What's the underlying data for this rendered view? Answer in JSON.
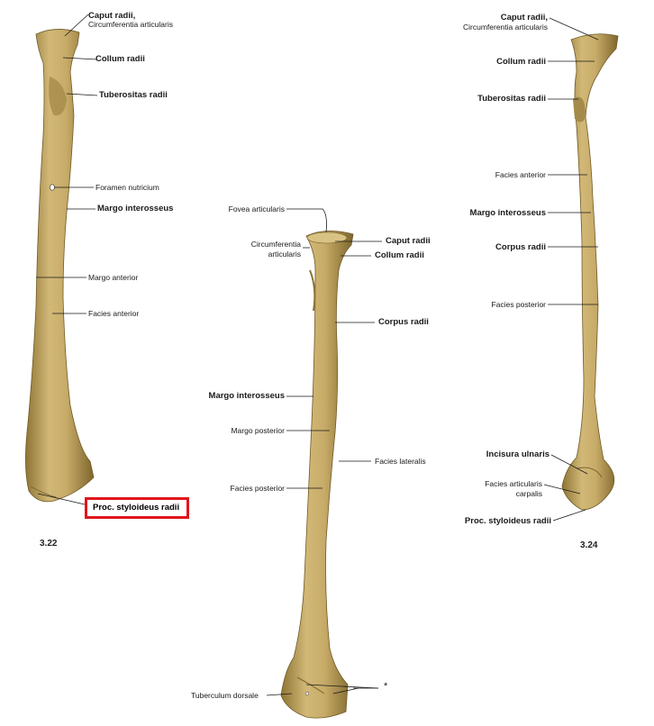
{
  "figures": {
    "left": {
      "number": "3.22"
    },
    "right": {
      "number": "3.24"
    }
  },
  "labels": {
    "left": {
      "caput": "Caput radii,",
      "circumferentia": "Circumferentia articularis",
      "collum": "Collum radii",
      "tuberositas": "Tuberositas radii",
      "foramen": "Foramen nutricium",
      "margo_interosseus": "Margo interosseus",
      "margo_anterior": "Margo anterior",
      "facies_anterior": "Facies anterior",
      "proc_styloideus": "Proc. styloideus radii"
    },
    "middle": {
      "fovea": "Fovea articularis",
      "circumferentia_1": "Circumferentia",
      "circumferentia_2": "articularis",
      "caput": "Caput radii",
      "collum": "Collum radii",
      "corpus": "Corpus radii",
      "margo_interosseus": "Margo interosseus",
      "margo_posterior": "Margo posterior",
      "facies_lateralis": "Facies lateralis",
      "facies_posterior": "Facies posterior",
      "tuberculum": "Tuberculum dorsale",
      "asterisk": "*"
    },
    "right": {
      "caput": "Caput radii,",
      "circumferentia": "Circumferentia articularis",
      "collum": "Collum radii",
      "tuberositas": "Tuberositas radii",
      "facies_anterior": "Facies anterior",
      "margo_interosseus": "Margo interosseus",
      "corpus": "Corpus radii",
      "facies_posterior": "Facies posterior",
      "incisura": "Incisura ulnaris",
      "facies_articularis_1": "Facies articularis",
      "facies_articularis_2": "carpalis",
      "proc_styloideus": "Proc. styloideus radii"
    }
  },
  "highlight": {
    "label": "Proc. styloideus radii",
    "color": "#e0161b"
  },
  "colors": {
    "bone": "#c8ae6a",
    "bone_shadow": "#9a8040",
    "bone_light": "#e2cf95",
    "leader": "#1a1a1a"
  }
}
